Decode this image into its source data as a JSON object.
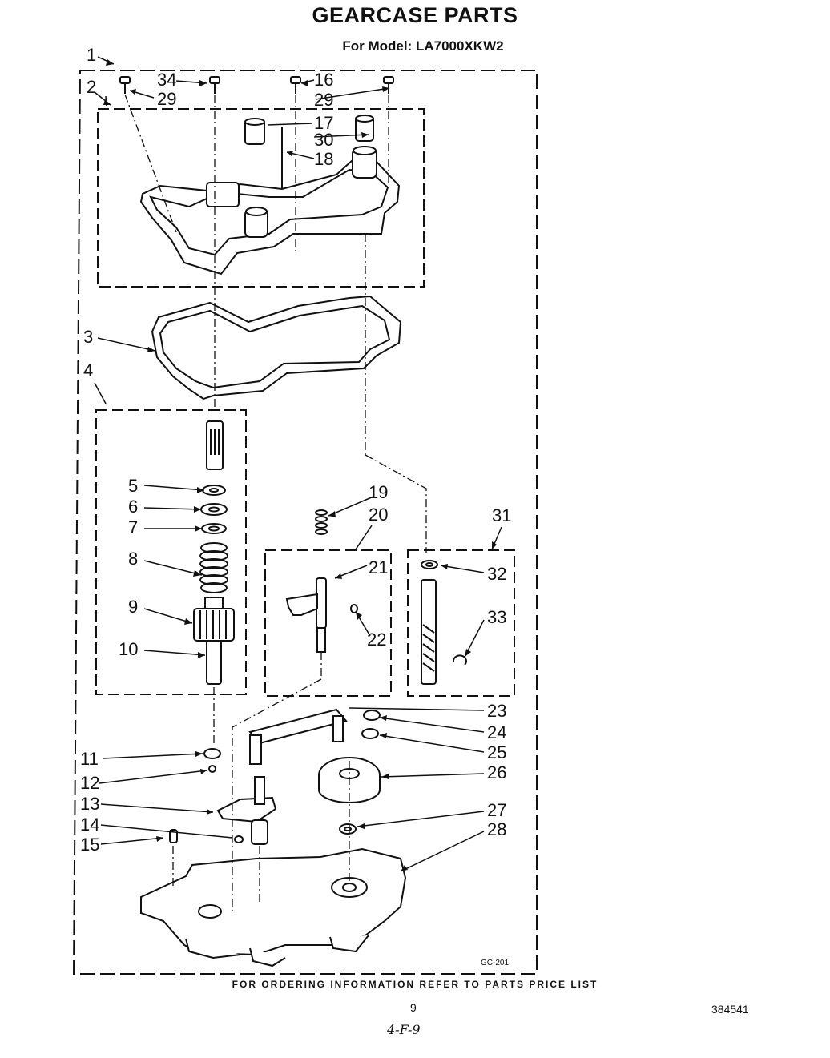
{
  "header": {
    "title": "GEARCASE PARTS",
    "model_line": "For Model: LA7000XKW2"
  },
  "callouts": {
    "c1": "1",
    "c2": "2",
    "c3": "3",
    "c4": "4",
    "c5": "5",
    "c6": "6",
    "c7": "7",
    "c8": "8",
    "c9": "9",
    "c10": "10",
    "c11": "11",
    "c12": "12",
    "c13": "13",
    "c14": "14",
    "c15": "15",
    "c16": "16",
    "c17": "17",
    "c18": "18",
    "c19": "19",
    "c20": "20",
    "c21": "21",
    "c22": "22",
    "c23": "23",
    "c24": "24",
    "c25": "25",
    "c26": "26",
    "c27": "27",
    "c28": "28",
    "c29a": "29",
    "c29b": "29",
    "c30": "30",
    "c31": "31",
    "c32": "32",
    "c33": "33",
    "c34": "34"
  },
  "figure_code": "GC-201",
  "footer": {
    "ordering_note": "FOR ORDERING INFORMATION REFER TO PARTS PRICE LIST",
    "page_number": "9",
    "document_number": "384541",
    "handwritten_note": "4-F-9"
  }
}
